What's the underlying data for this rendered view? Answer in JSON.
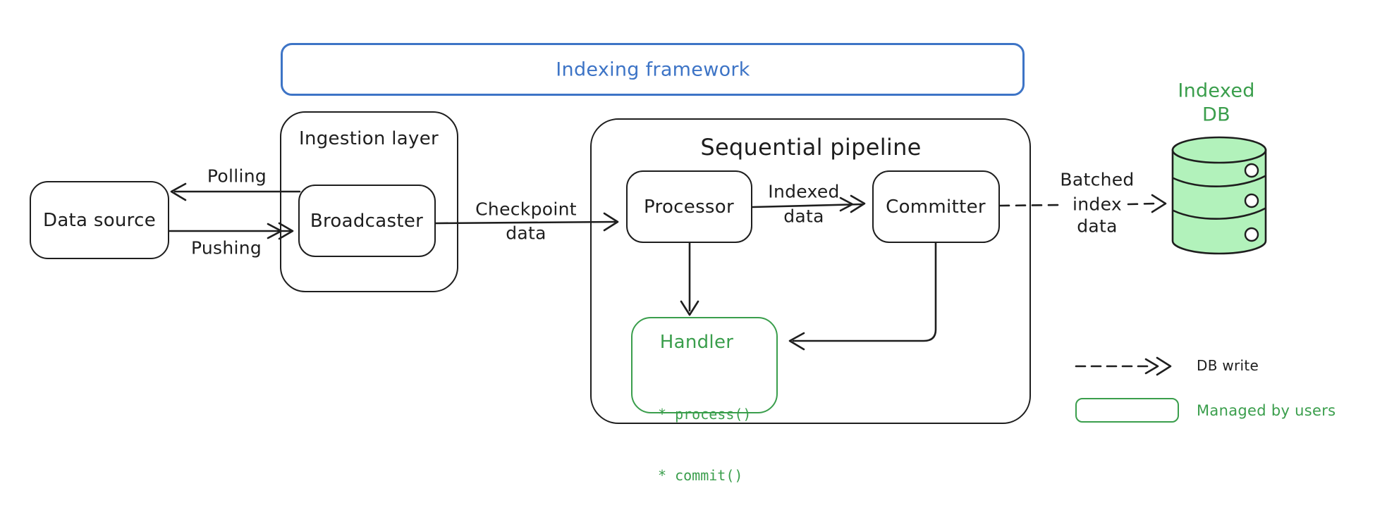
{
  "colors": {
    "stroke": "#1e1e1e",
    "blue": "#3d74c6",
    "green": "#3a9e4c",
    "green_fill": "#b2f2bb"
  },
  "frame": {
    "label": "Indexing framework"
  },
  "nodes": {
    "data_source": {
      "label": "Data source"
    },
    "ingestion_layer": {
      "label": "Ingestion layer"
    },
    "broadcaster": {
      "label": "Broadcaster"
    },
    "sequential_pipeline": {
      "label": "Sequential pipeline"
    },
    "processor": {
      "label": "Processor"
    },
    "committer": {
      "label": "Committer"
    },
    "handler": {
      "label": "Handler",
      "methods": [
        "* process()",
        "* commit()"
      ]
    },
    "indexed_db": {
      "line1": "Indexed",
      "line2": "DB"
    }
  },
  "edges": {
    "polling": {
      "label": "Polling"
    },
    "pushing": {
      "label": "Pushing"
    },
    "checkpoint": {
      "line1": "Checkpoint",
      "line2": "data"
    },
    "indexed": {
      "line1": "Indexed",
      "line2": "data"
    },
    "batched": {
      "line1": "Batched",
      "line2": "index",
      "line3": "data"
    }
  },
  "legend": {
    "db_write": "DB write",
    "managed_by_users": "Managed by users"
  }
}
